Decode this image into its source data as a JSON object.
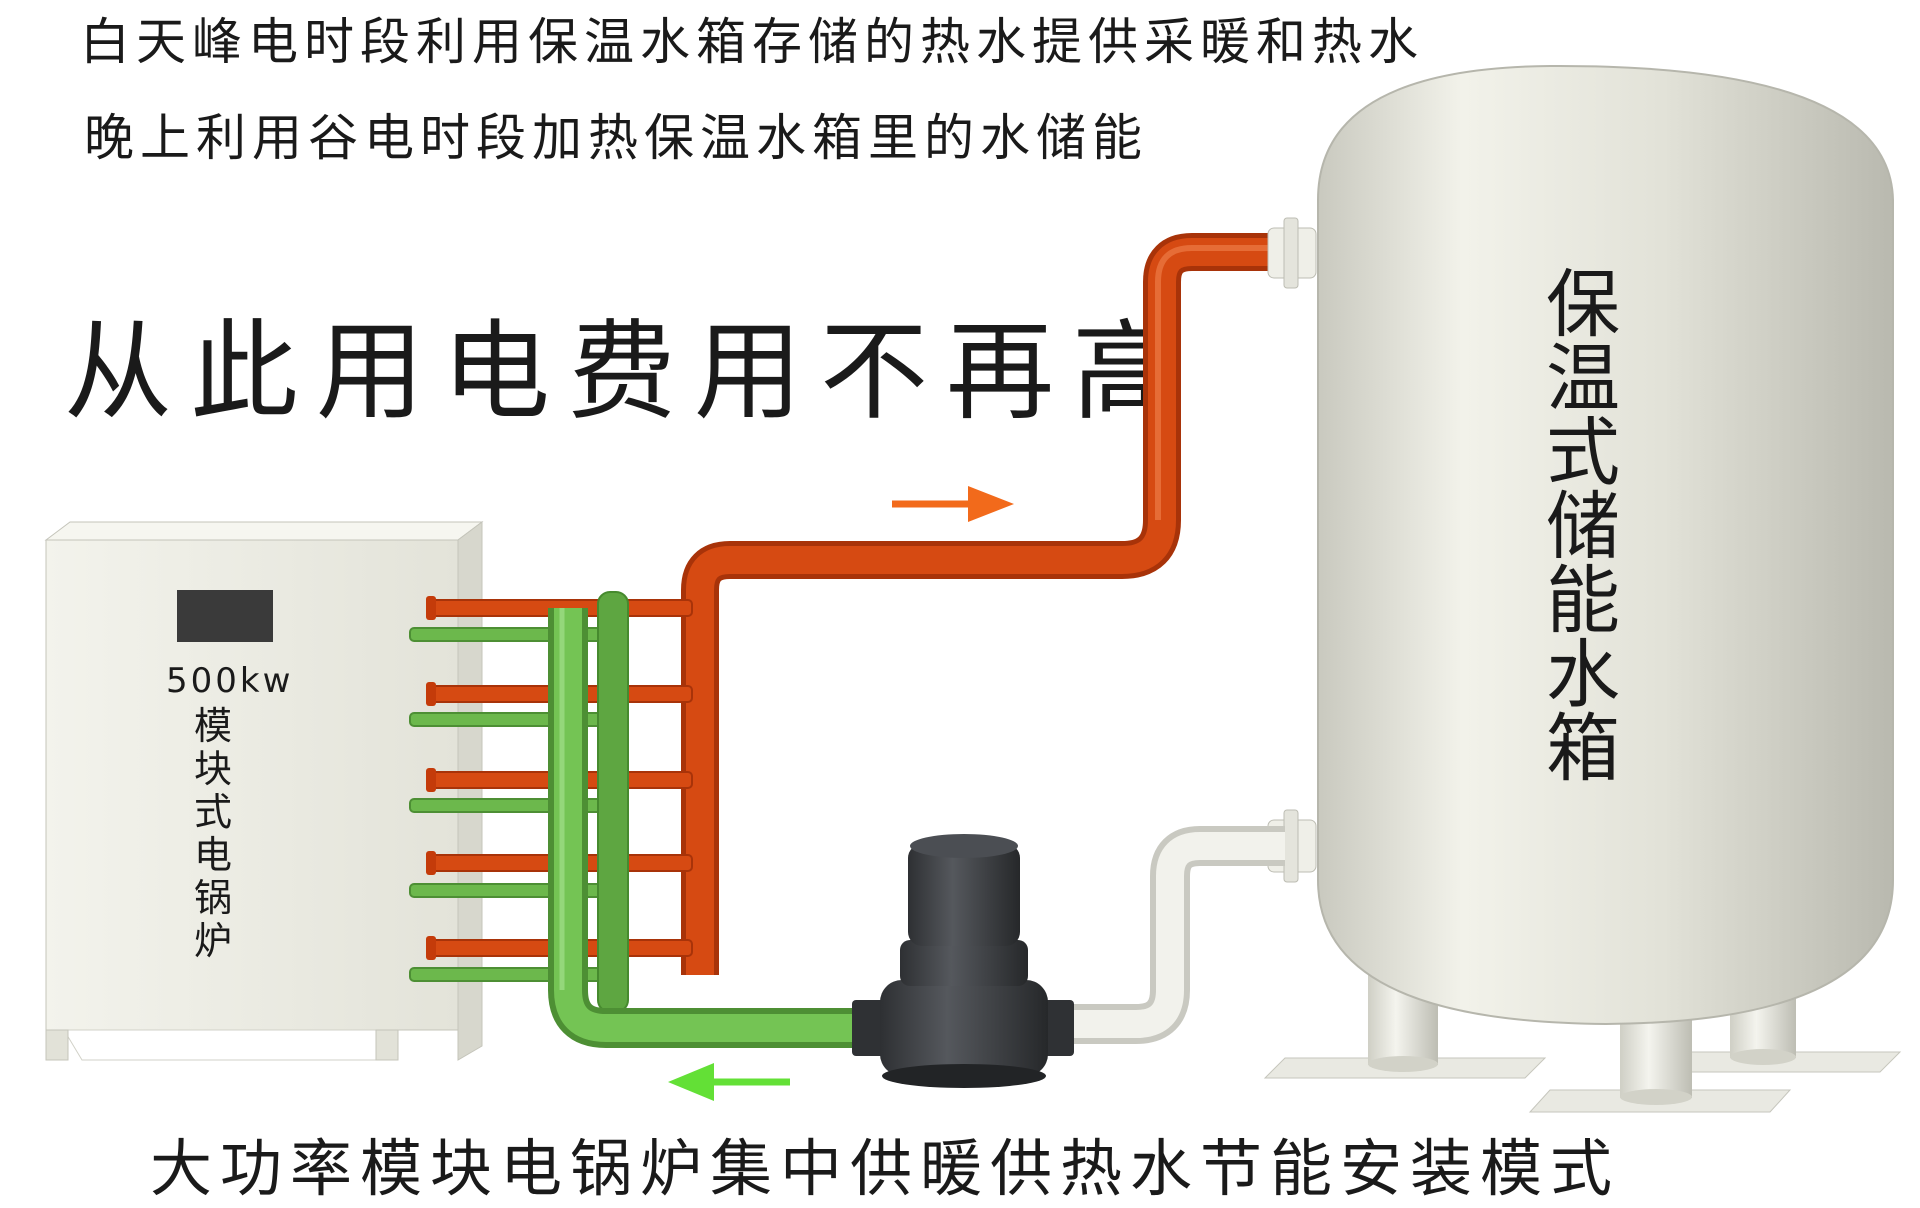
{
  "texts": {
    "top_line_1": "白天峰电时段利用保温水箱存储的热水提供采暖和热水",
    "top_line_2": "晚上利用谷电时段加热保温水箱里的水储能",
    "slogan": "从此用电费用不再高",
    "bottom_caption": "大功率模块电锅炉集中供暖供热水节能安装模式"
  },
  "boiler": {
    "power": "500kw",
    "name": "模块式电锅炉"
  },
  "tank": {
    "name": "保温式储能水箱"
  },
  "colors": {
    "hot_pipe": "#d64a12",
    "cold_pipe": "#6cb84c",
    "hot_arrow": "#f26a1b",
    "cold_arrow": "#63e036",
    "tank": "#e4e4da",
    "boiler": "#ecece4",
    "pump": "#3d4044"
  }
}
